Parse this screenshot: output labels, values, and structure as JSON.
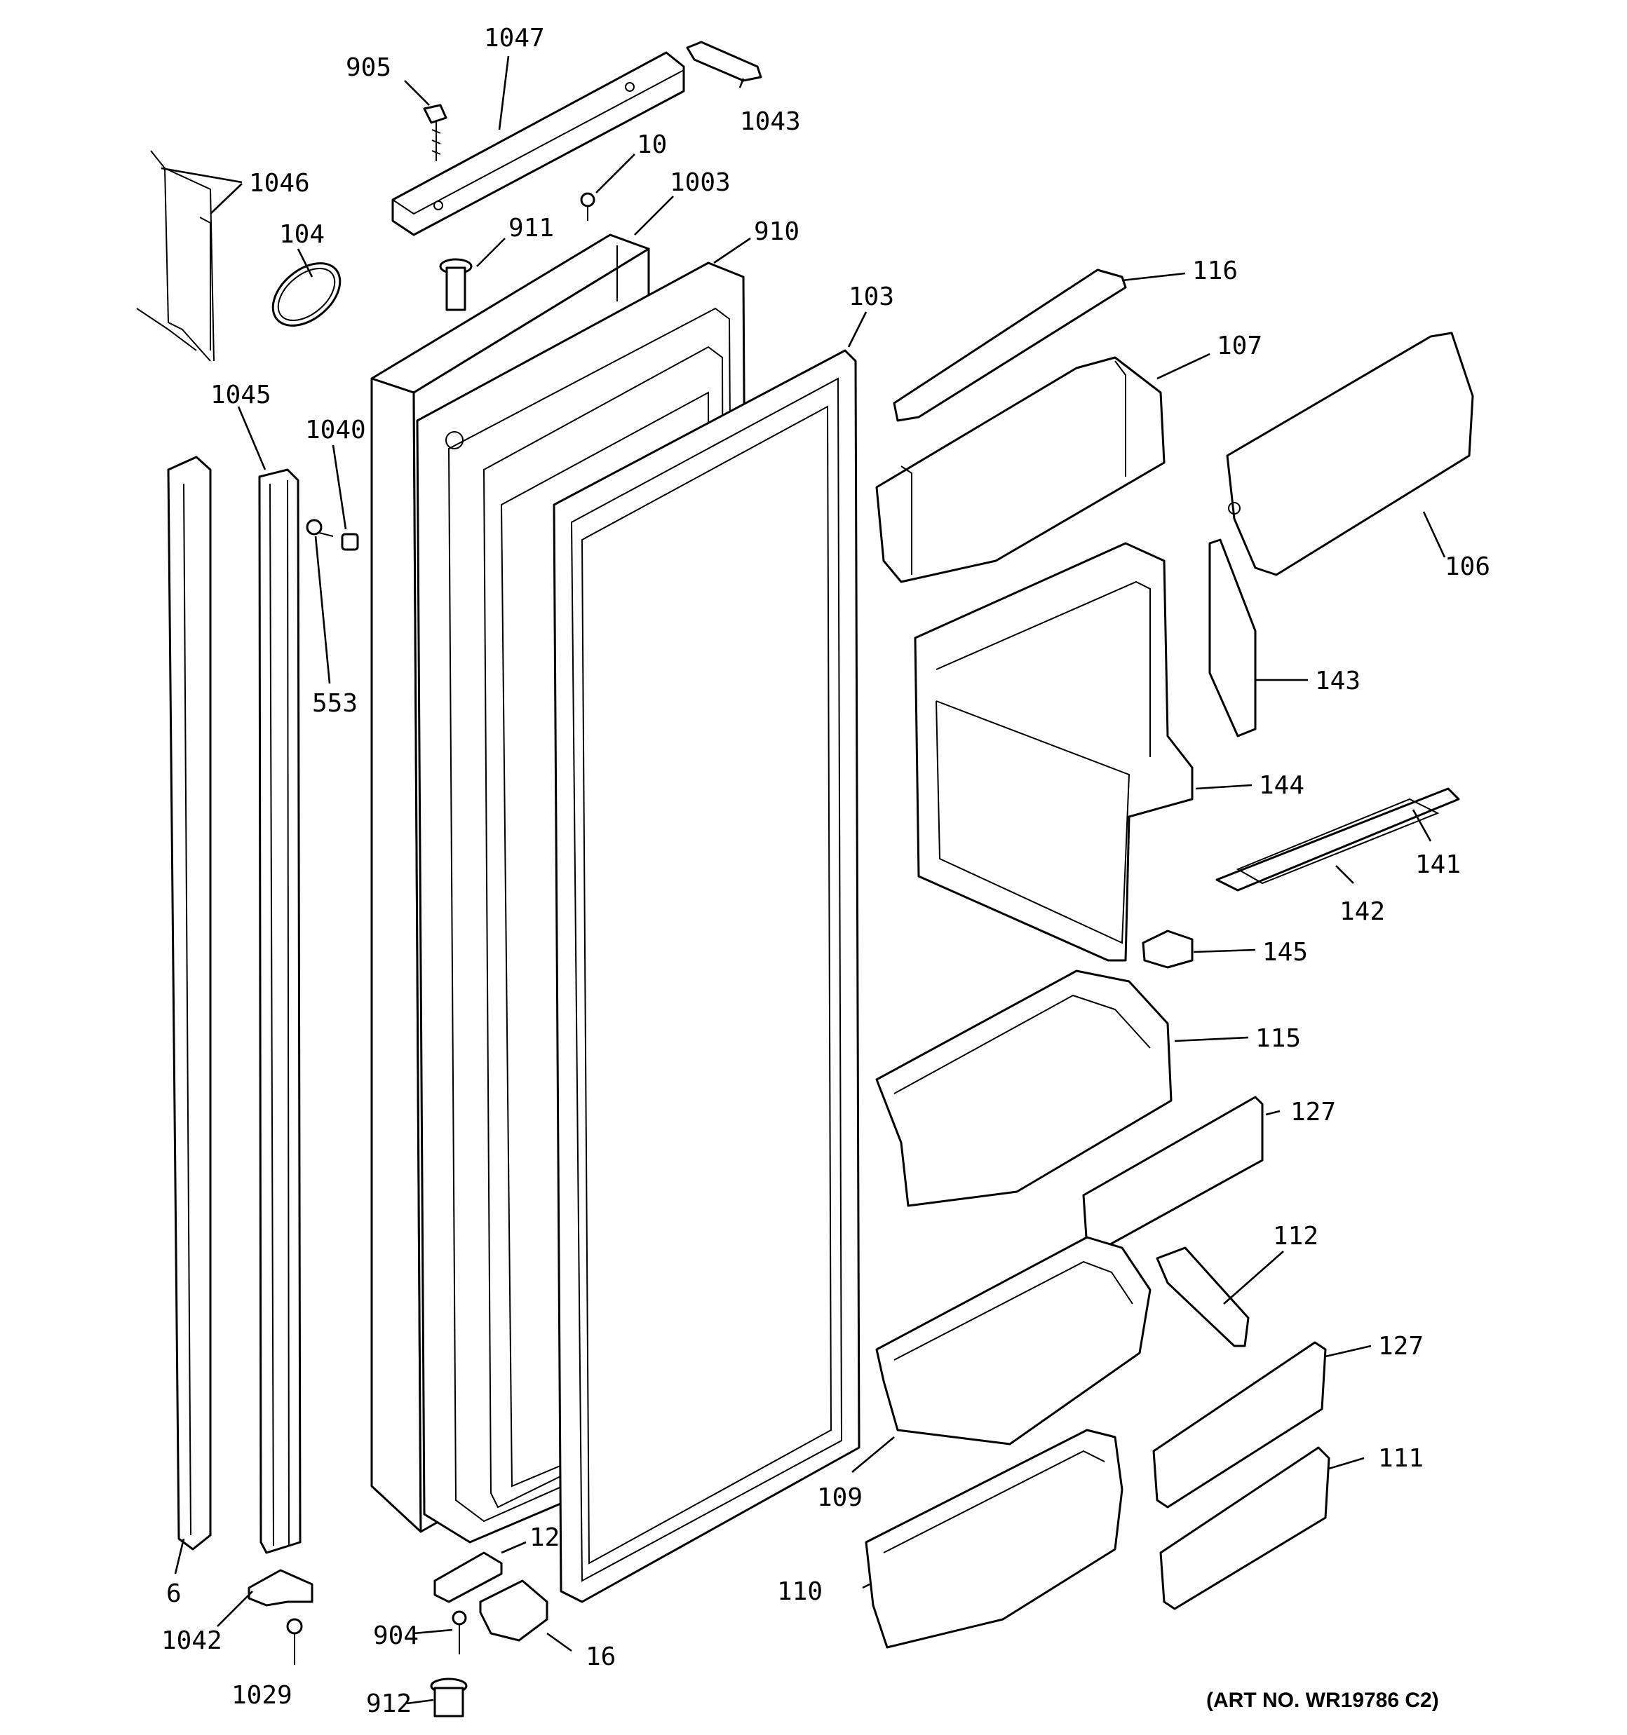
{
  "callouts": [
    {
      "id": "905",
      "label": "905"
    },
    {
      "id": "1047",
      "label": "1047"
    },
    {
      "id": "1043",
      "label": "1043"
    },
    {
      "id": "1046",
      "label": "1046"
    },
    {
      "id": "10",
      "label": "10"
    },
    {
      "id": "1003",
      "label": "1003"
    },
    {
      "id": "104",
      "label": "104"
    },
    {
      "id": "911",
      "label": "911"
    },
    {
      "id": "910",
      "label": "910"
    },
    {
      "id": "116",
      "label": "116"
    },
    {
      "id": "103",
      "label": "103"
    },
    {
      "id": "107",
      "label": "107"
    },
    {
      "id": "1045",
      "label": "1045"
    },
    {
      "id": "1040",
      "label": "1040"
    },
    {
      "id": "106",
      "label": "106"
    },
    {
      "id": "553",
      "label": "553"
    },
    {
      "id": "143",
      "label": "143"
    },
    {
      "id": "144",
      "label": "144"
    },
    {
      "id": "141",
      "label": "141"
    },
    {
      "id": "142",
      "label": "142"
    },
    {
      "id": "145",
      "label": "145"
    },
    {
      "id": "115",
      "label": "115"
    },
    {
      "id": "127a",
      "label": "127"
    },
    {
      "id": "112",
      "label": "112"
    },
    {
      "id": "127b",
      "label": "127"
    },
    {
      "id": "111",
      "label": "111"
    },
    {
      "id": "109",
      "label": "109"
    },
    {
      "id": "110",
      "label": "110"
    },
    {
      "id": "12",
      "label": "12"
    },
    {
      "id": "6",
      "label": "6"
    },
    {
      "id": "1042",
      "label": "1042"
    },
    {
      "id": "904",
      "label": "904"
    },
    {
      "id": "16",
      "label": "16"
    },
    {
      "id": "1029",
      "label": "1029"
    },
    {
      "id": "912",
      "label": "912"
    }
  ],
  "art_number": "(ART NO. WR19786 C2)"
}
